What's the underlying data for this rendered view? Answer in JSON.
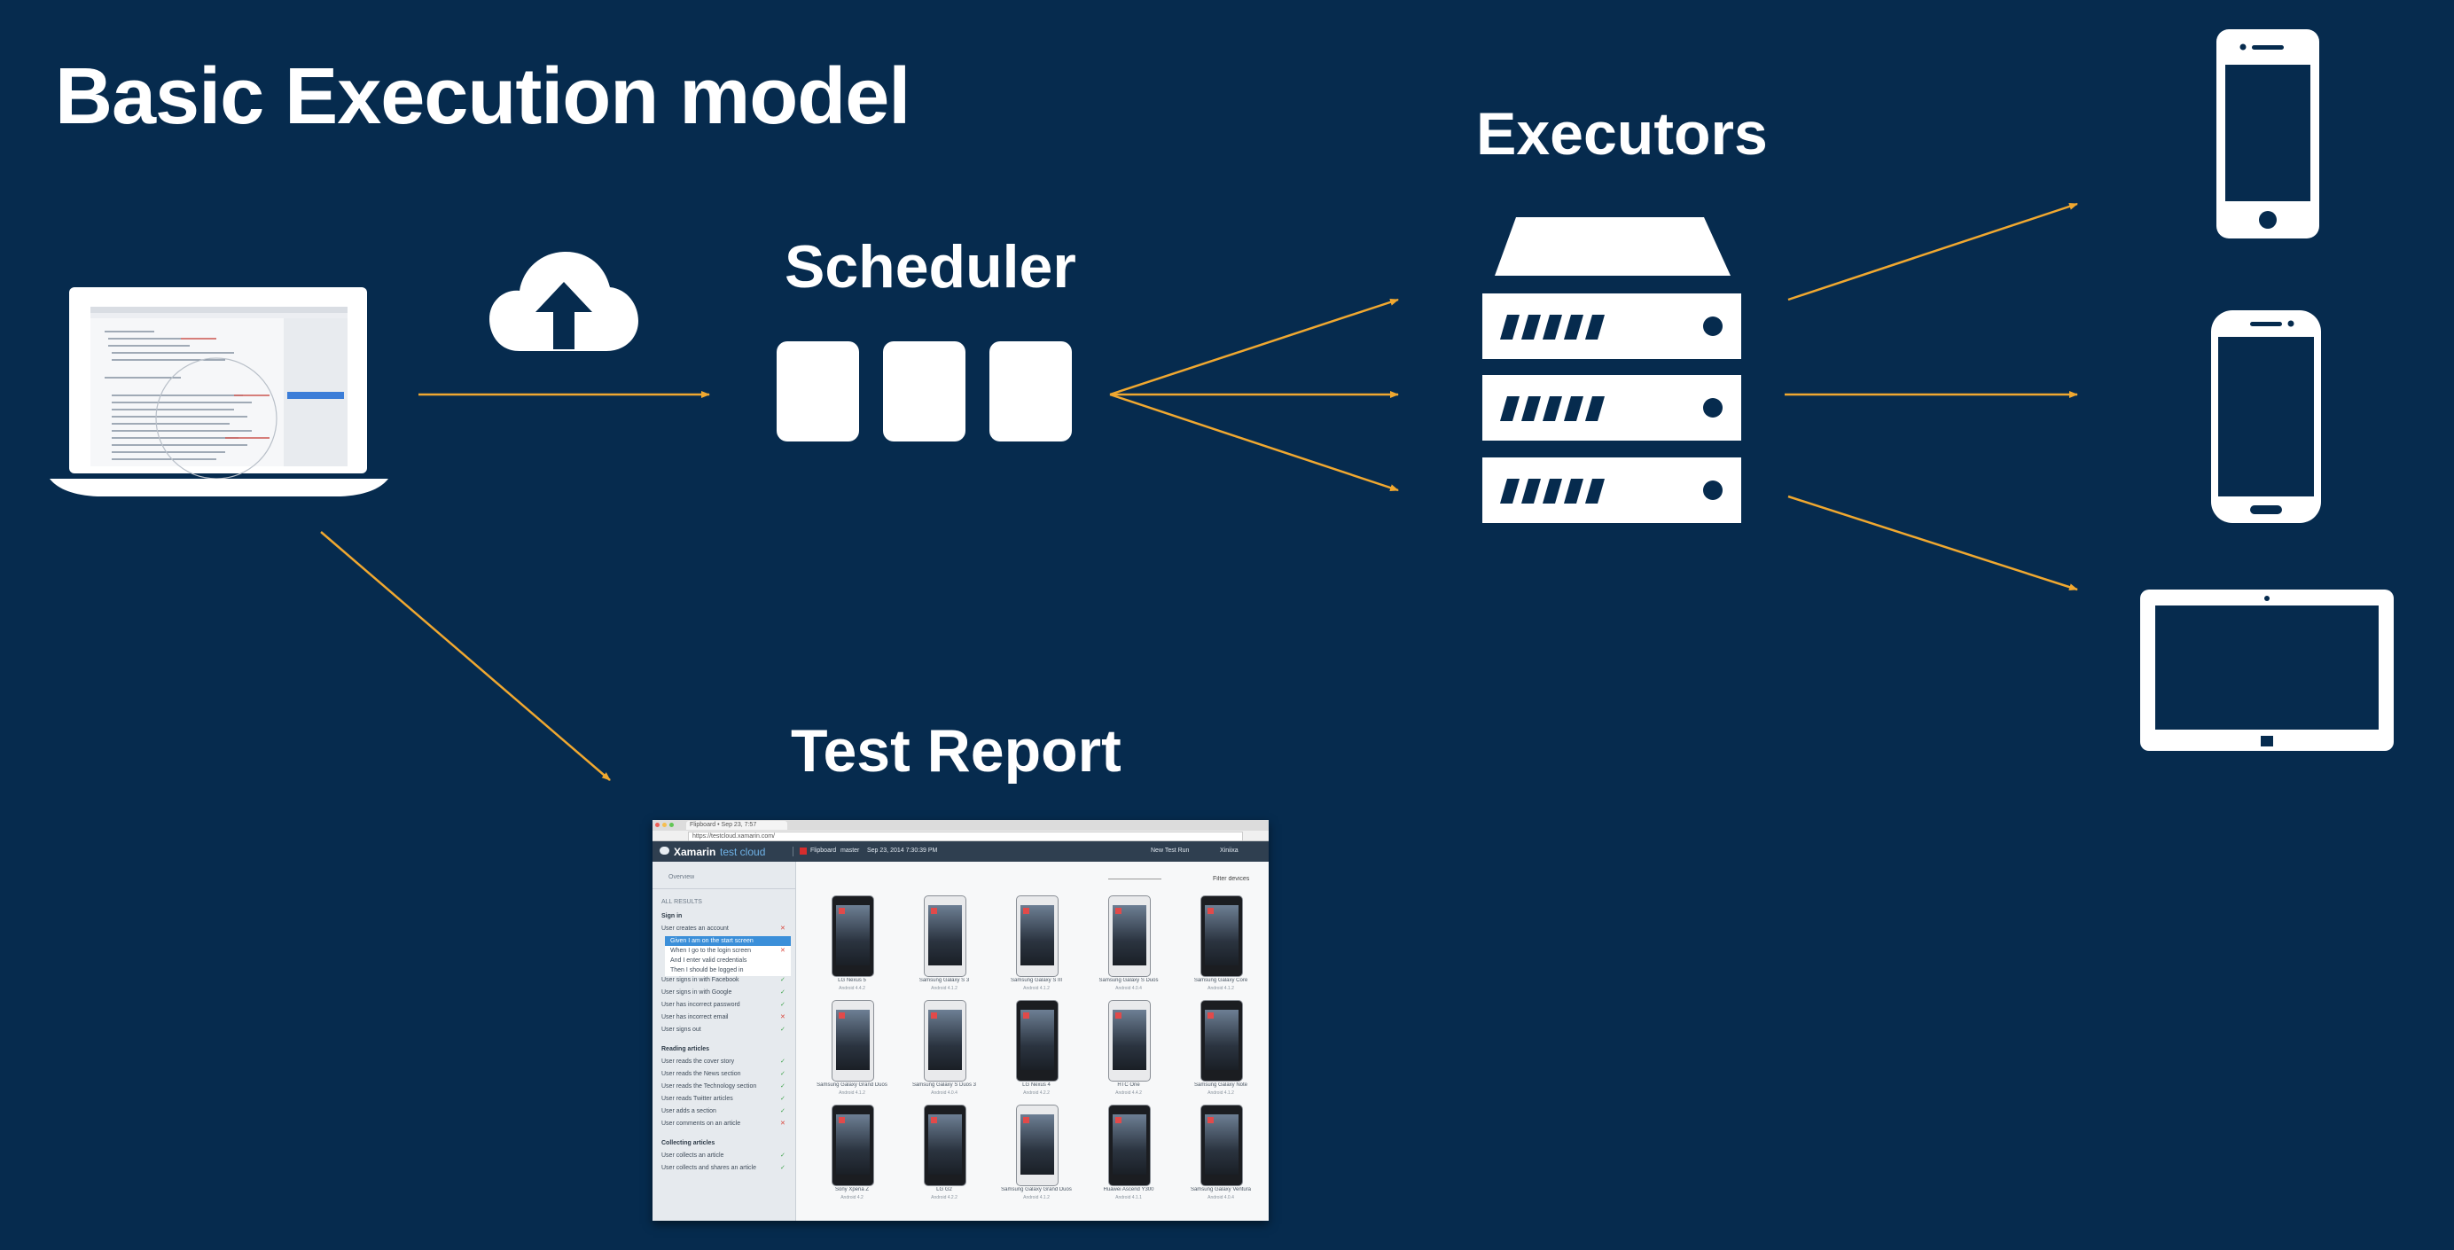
{
  "slide": {
    "title": "Basic Execution model",
    "labels": {
      "scheduler": "Scheduler",
      "executors": "Executors",
      "test_report": "Test Report"
    }
  },
  "colors": {
    "background": "#062b4e",
    "arrow": "#f0a830",
    "icon": "#ffffff"
  },
  "icons": [
    "laptop-icon",
    "cloud-upload-icon",
    "server-rack-icon",
    "iphone-icon",
    "android-phone-icon",
    "tablet-icon"
  ],
  "report": {
    "browser_tab": "Flipboard • Sep 23, 7:57",
    "url": "https://testcloud.xamarin.com/",
    "brand_main": "Xamarin",
    "brand_sub": "test cloud",
    "crumbs": [
      "Flipboard",
      "master",
      "Sep 23, 2014 7:30:39 PM"
    ],
    "new_run": "New Test Run",
    "user": "Xiniixa",
    "overview": "Overview",
    "all_results": "ALL RESULTS",
    "filter": "Filter devices",
    "sidebar": [
      {
        "text": "Sign in",
        "type": "header"
      },
      {
        "text": "User creates an account",
        "type": "item",
        "status": "fail"
      },
      {
        "text": "Given I am on the start screen",
        "type": "step-active",
        "status": ""
      },
      {
        "text": "When I go to the login screen",
        "type": "step",
        "status": "fail"
      },
      {
        "text": "And I enter valid credentials",
        "type": "step",
        "status": ""
      },
      {
        "text": "Then I should be logged in",
        "type": "step",
        "status": ""
      },
      {
        "text": "User signs in with Facebook",
        "type": "item",
        "status": "pass"
      },
      {
        "text": "User signs in with Google",
        "type": "item",
        "status": "pass"
      },
      {
        "text": "User has incorrect password",
        "type": "item",
        "status": "pass"
      },
      {
        "text": "User has incorrect email",
        "type": "item",
        "status": "fail"
      },
      {
        "text": "User signs out",
        "type": "item",
        "status": "pass"
      },
      {
        "text": "Reading articles",
        "type": "header"
      },
      {
        "text": "User reads the cover story",
        "type": "item",
        "status": "pass"
      },
      {
        "text": "User reads the News section",
        "type": "item",
        "status": "pass"
      },
      {
        "text": "User reads the Technology section",
        "type": "item",
        "status": "pass"
      },
      {
        "text": "User reads Twitter articles",
        "type": "item",
        "status": "pass"
      },
      {
        "text": "User adds a section",
        "type": "item",
        "status": "pass"
      },
      {
        "text": "User comments on an article",
        "type": "item",
        "status": "fail"
      },
      {
        "text": "Collecting articles",
        "type": "header"
      },
      {
        "text": "User collects an article",
        "type": "item",
        "status": "pass"
      },
      {
        "text": "User collects and shares an article",
        "type": "item",
        "status": "pass"
      }
    ],
    "devices": [
      {
        "name": "LG Nexus 5",
        "os": "Android 4.4.2",
        "style": "dark"
      },
      {
        "name": "Samsung Galaxy S 3",
        "os": "Android 4.1.2",
        "style": "light"
      },
      {
        "name": "Samsung Galaxy S III",
        "os": "Android 4.1.2",
        "style": "light"
      },
      {
        "name": "Samsung Galaxy S Duos",
        "os": "Android 4.0.4",
        "style": "light"
      },
      {
        "name": "Samsung Galaxy Core",
        "os": "Android 4.1.2",
        "style": "dark"
      },
      {
        "name": "Samsung Galaxy Grand Duos",
        "os": "Android 4.1.2",
        "style": "light"
      },
      {
        "name": "Samsung Galaxy S Duos 3",
        "os": "Android 4.0.4",
        "style": "light"
      },
      {
        "name": "LG Nexus 4",
        "os": "Android 4.2.2",
        "style": "dark"
      },
      {
        "name": "HTC One",
        "os": "Android 4.4.2",
        "style": "light"
      },
      {
        "name": "Samsung Galaxy Note",
        "os": "Android 4.1.2",
        "style": "dark"
      },
      {
        "name": "Sony Xperia Z",
        "os": "Android 4.2",
        "style": "dark"
      },
      {
        "name": "LG G2",
        "os": "Android 4.2.2",
        "style": "dark"
      },
      {
        "name": "Samsung Galaxy Grand Duos",
        "os": "Android 4.1.2",
        "style": "light"
      },
      {
        "name": "Huawei Ascend Y300",
        "os": "Android 4.1.1",
        "style": "dark"
      },
      {
        "name": "Samsung Galaxy Ventura",
        "os": "Android 4.0.4",
        "style": "dark"
      }
    ]
  }
}
